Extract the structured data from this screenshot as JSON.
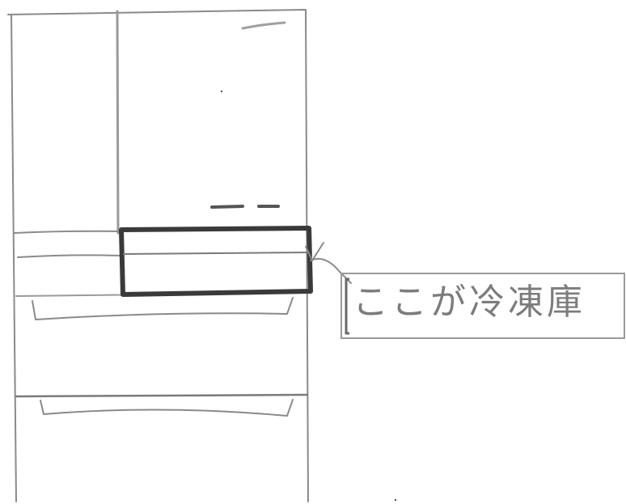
{
  "drawing": {
    "subject": "refrigerator",
    "style": "pencil sketch",
    "stroke_color": "#8a8a8a",
    "highlight_color": "#3a3a3a"
  },
  "callout": {
    "label": "ここが冷凍庫",
    "points_to": "freezer-drawer"
  }
}
